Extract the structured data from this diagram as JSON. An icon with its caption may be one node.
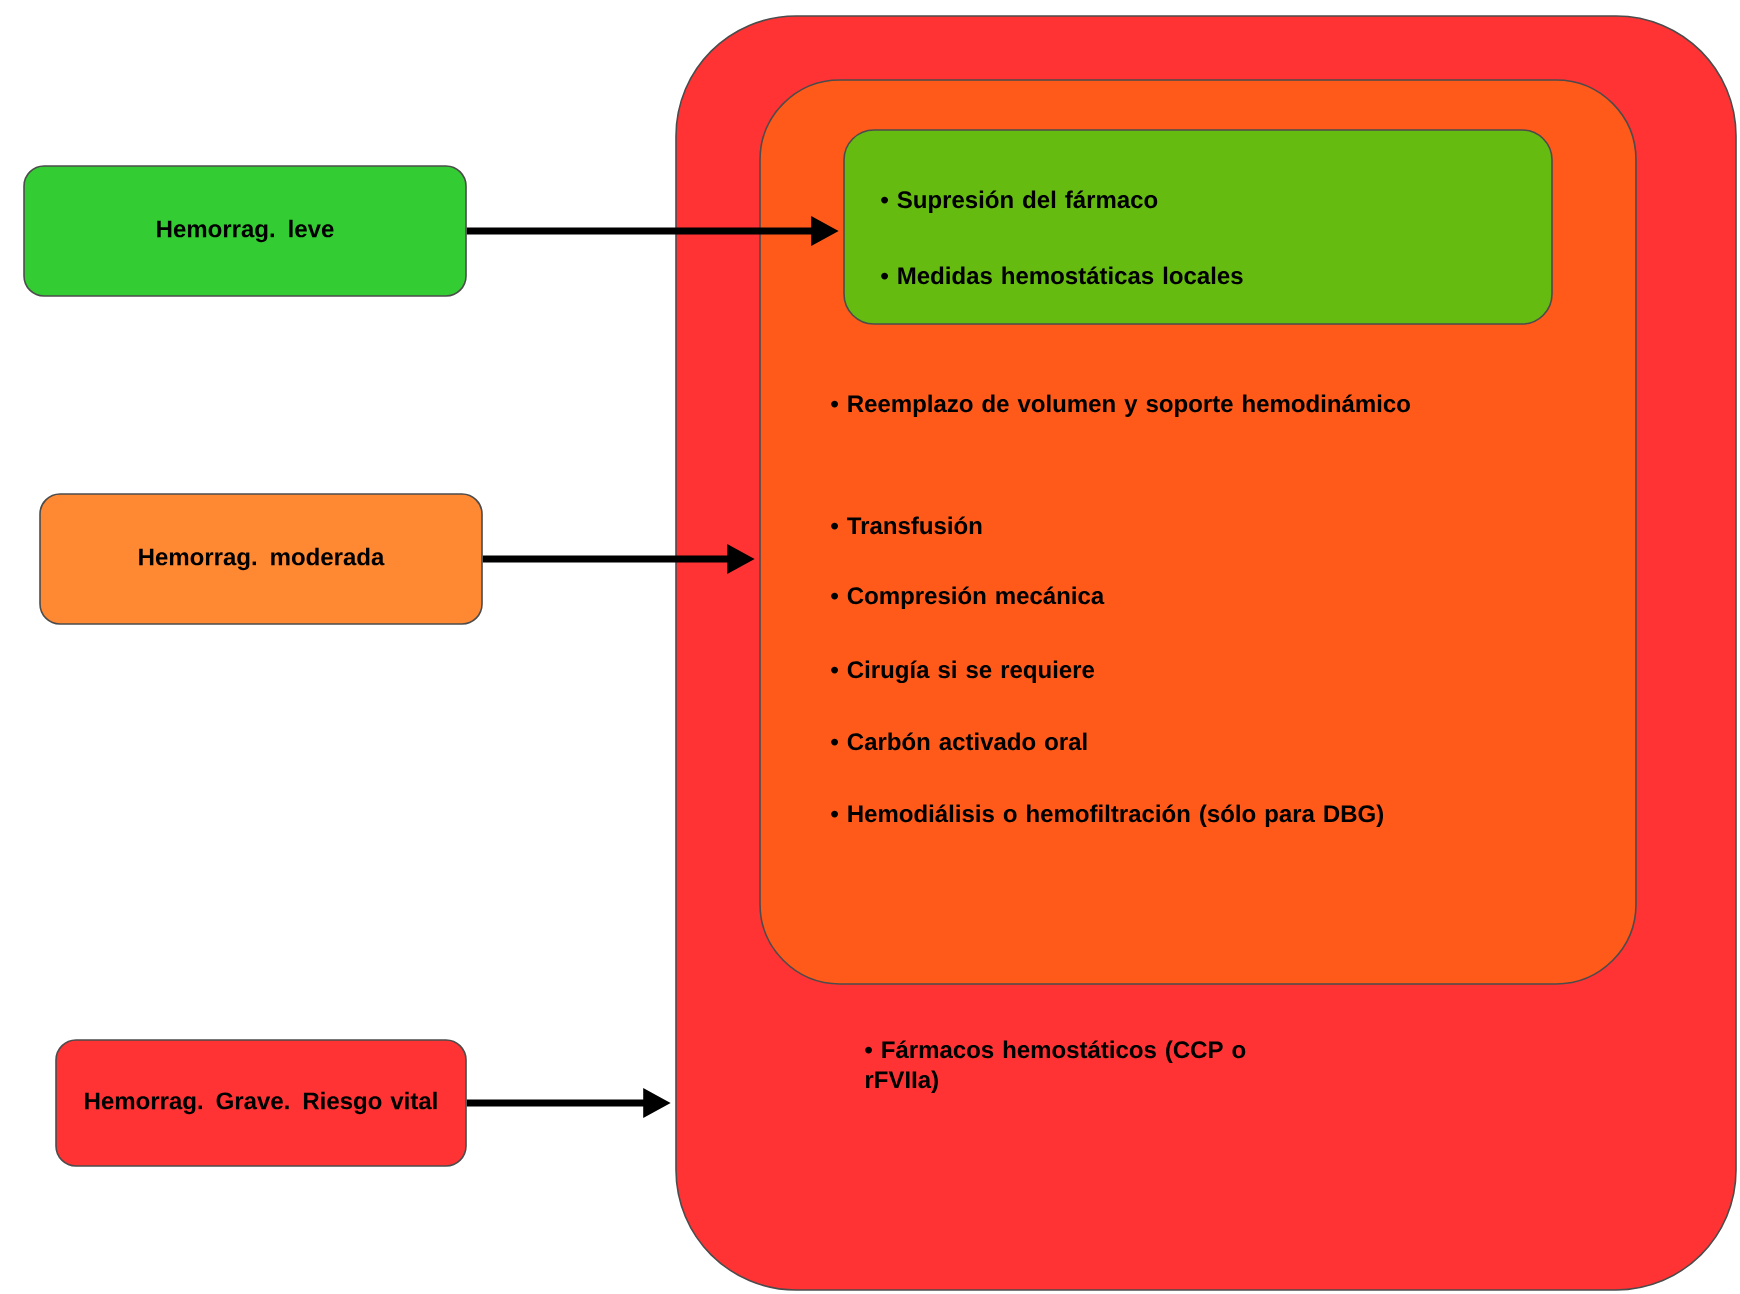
{
  "diagram": {
    "nodes": [
      {
        "text": [
          "• Fármacos hemostáticos (CCP o rFVIIa)"
        ]
      },
      {
        "text": [
          "• Reemplazo de volumen y soporte hemodinámico",
          "• Transfusión",
          "• Compresión mecánica",
          "• Cirugía si se requiere",
          "• Carbón activado oral",
          "• Hemodiálisis o hemofiltración (sólo para DBG)"
        ],
        "in": 0
      },
      {
        "text": [
          "• Supresión del fármaco",
          "• Medidas hemostáticas locales"
        ],
        "in": 1
      },
      {
        "text": [
          "Hemorrag. leve"
        ]
      },
      {
        "text": [
          "Hemorrag. moderada"
        ]
      },
      {
        "text": [
          "Hemorrag. Grave. Riesgo vital"
        ]
      }
    ],
    "edges": [
      {
        "from": 3,
        "to": 2,
        "arrow": "to"
      },
      {
        "from": 4,
        "to": 1,
        "arrow": "to"
      },
      {
        "from": 5,
        "to": 0,
        "arrow": "to"
      }
    ]
  }
}
